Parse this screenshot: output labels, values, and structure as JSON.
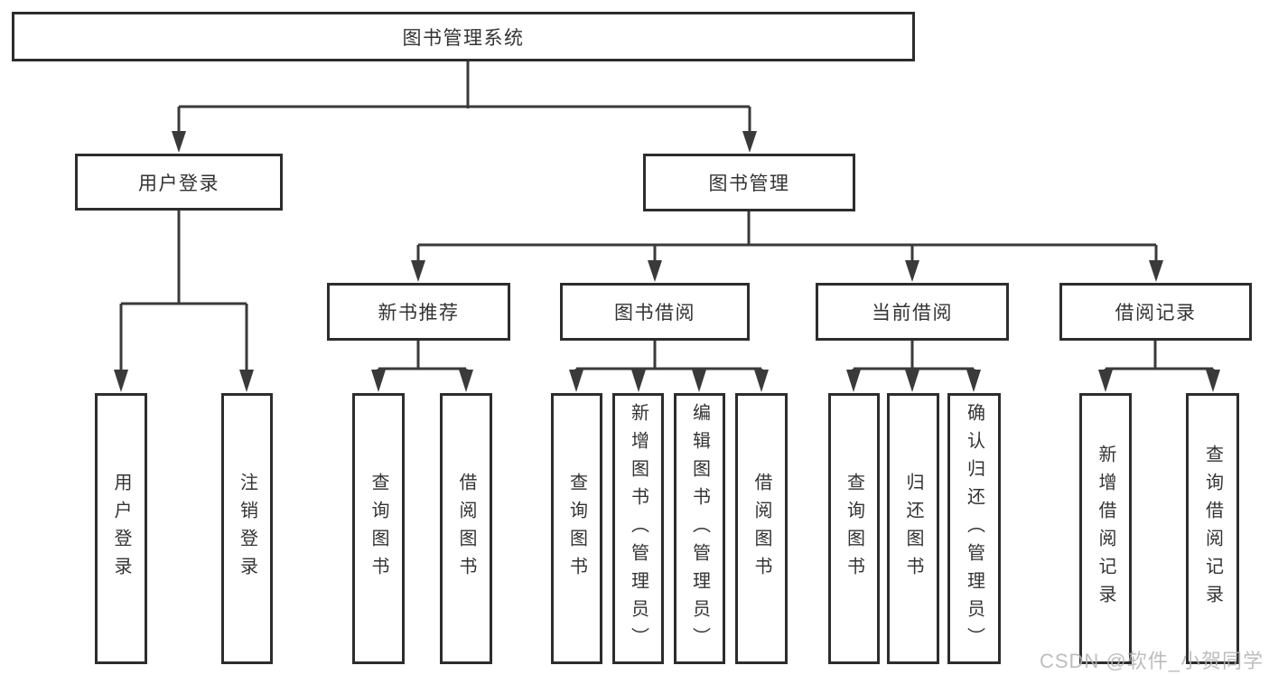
{
  "diagram": {
    "root": {
      "label": "图书管理系统"
    },
    "level2": [
      {
        "label": "用户登录"
      },
      {
        "label": "图书管理"
      }
    ],
    "level3": [
      {
        "label": "新书推荐"
      },
      {
        "label": "图书借阅"
      },
      {
        "label": "当前借阅"
      },
      {
        "label": "借阅记录"
      }
    ],
    "leaves": [
      {
        "label": "用户登录",
        "parent": "用户登录"
      },
      {
        "label": "注销登录",
        "parent": "用户登录"
      },
      {
        "label": "查询图书",
        "parent": "新书推荐"
      },
      {
        "label": "借阅图书",
        "parent": "新书推荐"
      },
      {
        "label": "查询图书",
        "parent": "图书借阅"
      },
      {
        "label": "新增图书（管理员）",
        "parent": "图书借阅"
      },
      {
        "label": "编辑图书（管理员）",
        "parent": "图书借阅"
      },
      {
        "label": "借阅图书",
        "parent": "图书借阅"
      },
      {
        "label": "查询图书",
        "parent": "当前借阅"
      },
      {
        "label": "归还图书",
        "parent": "当前借阅"
      },
      {
        "label": "确认归还（管理员）",
        "parent": "当前借阅"
      },
      {
        "label": "新增借阅记录",
        "parent": "借阅记录"
      },
      {
        "label": "查询借阅记录",
        "parent": "借阅记录"
      }
    ]
  },
  "watermark": {
    "text": "CSDN @软件_小贺同学"
  },
  "colors": {
    "line": "#3a3a3a",
    "border": "#2d2d2d",
    "text": "#333333",
    "watermark": "#b2b2b2",
    "background": "#ffffff"
  }
}
